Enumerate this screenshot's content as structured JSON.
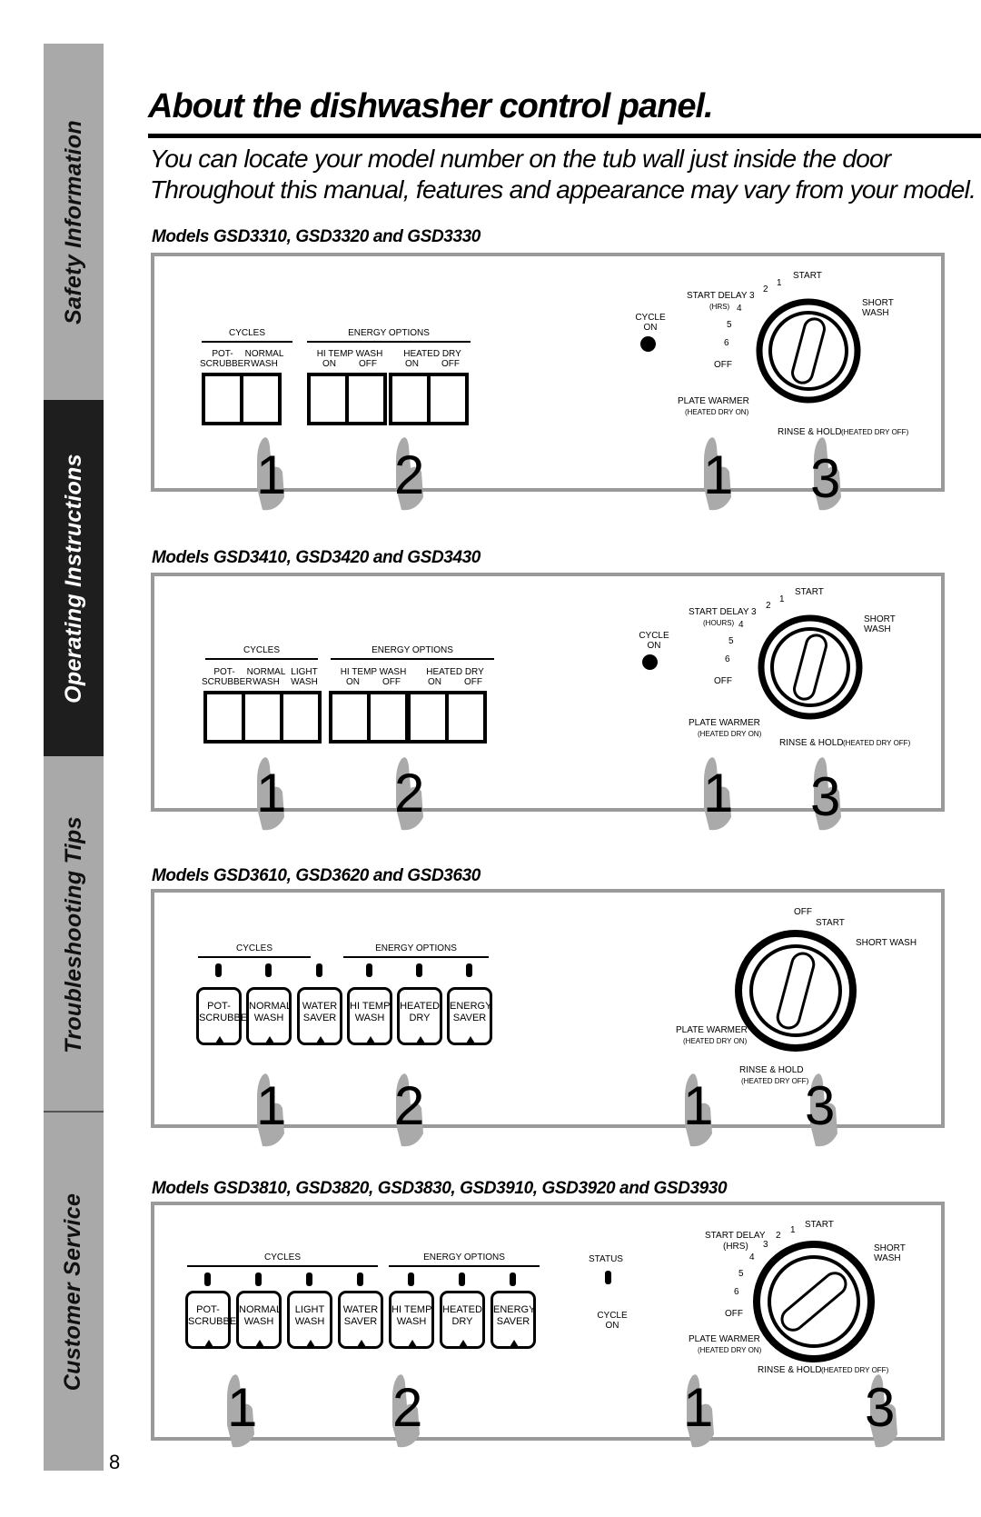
{
  "sidebar": {
    "tabs": [
      {
        "label": "Safety Information"
      },
      {
        "label": "Operating Instructions"
      },
      {
        "label": "Troubleshooting Tips"
      },
      {
        "label": "Customer Service"
      }
    ]
  },
  "page_number": "8",
  "title": "About the dishwasher control panel.",
  "intro": {
    "line1": "You can locate your model number on the tub wall just inside the door",
    "line2": "Throughout this manual, features and appearance may vary from your model."
  },
  "labels": {
    "cycles": "CYCLES",
    "energy_options": "ENERGY OPTIONS",
    "cycle_on_1": "CYCLE",
    "cycle_on_2": "ON",
    "status": "STATUS",
    "start": "START",
    "start_delay": "START DELAY",
    "hrs": "(HRS)",
    "hours": "(HOURS)",
    "short": "SHORT",
    "wash": "WASH",
    "short_wash": "SHORT WASH",
    "off": "OFF",
    "plate_warmer": "PLATE WARMER",
    "heated_dry_on": "(HEATED DRY ON)",
    "rinse_hold": "RINSE & HOLD",
    "heated_dry_off": "(HEATED DRY OFF)",
    "d1": "1",
    "d2": "2",
    "d3": "3",
    "d4": "4",
    "d5": "5",
    "d6": "6"
  },
  "panels": [
    {
      "heading": "Models GSD3310, GSD3320 and GSD3330",
      "buttons": [
        {
          "top": "POT-",
          "bottom": "SCRUBBER"
        },
        {
          "top": "NORMAL",
          "bottom": "WASH"
        },
        {
          "top": "HI TEMP WASH",
          "on": "ON",
          "off": "OFF"
        },
        {
          "top": "HEATED DRY",
          "on": "ON",
          "off": "OFF"
        }
      ],
      "callouts": [
        "1",
        "2",
        "1",
        "3"
      ]
    },
    {
      "heading": "Models GSD3410, GSD3420 and GSD3430",
      "buttons": [
        {
          "top": "POT-",
          "bottom": "SCRUBBER"
        },
        {
          "top": "NORMAL",
          "bottom": "WASH"
        },
        {
          "top": "LIGHT",
          "bottom": "WASH"
        },
        {
          "top": "HI TEMP WASH",
          "on": "ON",
          "off": "OFF"
        },
        {
          "top": "HEATED DRY",
          "on": "ON",
          "off": "OFF"
        }
      ],
      "callouts": [
        "1",
        "2",
        "1",
        "3"
      ]
    },
    {
      "heading": "Models GSD3610, GSD3620 and GSD3630",
      "buttons": [
        {
          "top": "POT-",
          "bottom": "SCRUBBER"
        },
        {
          "top": "NORMAL",
          "bottom": "WASH"
        },
        {
          "top": "WATER",
          "bottom": "SAVER"
        },
        {
          "top": "HI TEMP",
          "bottom": "WASH"
        },
        {
          "top": "HEATED",
          "bottom": "DRY"
        },
        {
          "top": "ENERGY",
          "bottom": "SAVER"
        }
      ],
      "callouts": [
        "1",
        "2",
        "1",
        "3"
      ]
    },
    {
      "heading": "Models GSD3810, GSD3820, GSD3830, GSD3910, GSD3920 and GSD3930",
      "buttons": [
        {
          "top": "POT-",
          "bottom": "SCRUBBER"
        },
        {
          "top": "NORMAL",
          "bottom": "WASH"
        },
        {
          "top": "LIGHT",
          "bottom": "WASH"
        },
        {
          "top": "WATER",
          "bottom": "SAVER"
        },
        {
          "top": "HI TEMP",
          "bottom": "WASH"
        },
        {
          "top": "HEATED",
          "bottom": "DRY"
        },
        {
          "top": "ENERGY",
          "bottom": "SAVER"
        }
      ],
      "callouts": [
        "1",
        "2",
        "1",
        "3"
      ]
    }
  ]
}
